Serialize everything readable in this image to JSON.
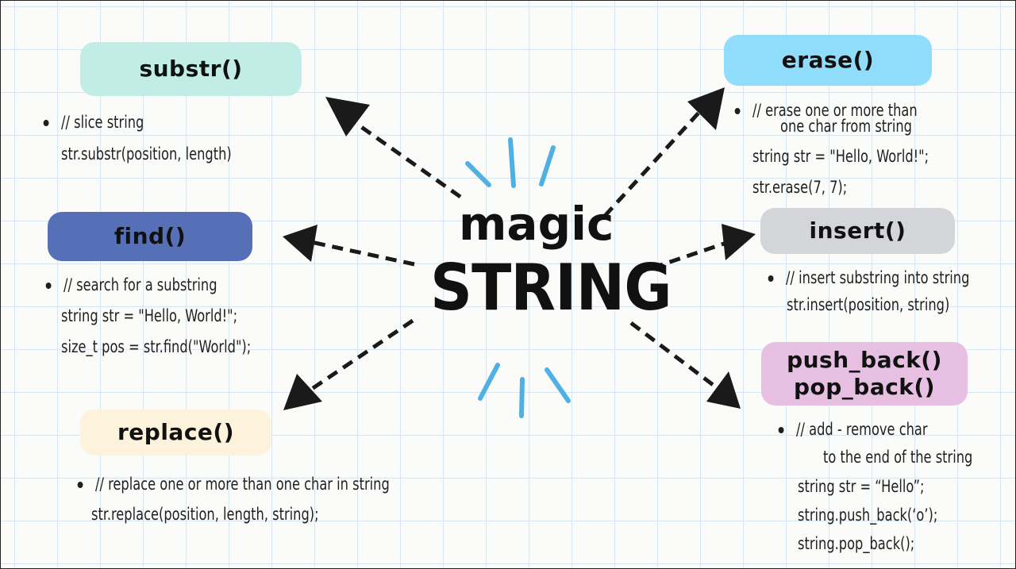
{
  "title": {
    "line1": "magic",
    "line2": "STRING"
  },
  "colors": {
    "substr": "#c2ece6",
    "find": "#5570b6",
    "replace": "#fdf3dc",
    "erase": "#8fdcfb",
    "insert": "#d3d5d8",
    "push_pop": "#e6bfe3",
    "accent_rays": "#4fb0e3"
  },
  "substr": {
    "label": "substr()",
    "comment": "// slice string",
    "code": [
      "str.substr(position, length)"
    ]
  },
  "find": {
    "label": "find()",
    "comment": "//  search for a substring",
    "code": [
      "string str = \"Hello, World!\";",
      "size_t pos = str.find(\"World\");"
    ]
  },
  "replace": {
    "label": "replace()",
    "comment": "// replace one or more than one char in string",
    "code": [
      "str.replace(position, length, string);"
    ]
  },
  "erase": {
    "label": "erase()",
    "comment_lines": [
      "//  erase one or more than",
      "one char from string"
    ],
    "code": [
      "string str = \"Hello, World!\";",
      "str.erase(7, 7);"
    ]
  },
  "insert": {
    "label": "insert()",
    "comment": "//  insert substring into string",
    "code": [
      "str.insert(position, string)"
    ]
  },
  "push_pop": {
    "label_lines": [
      "push_back()",
      "pop_back()"
    ],
    "comment_lines": [
      "//  add - remove char",
      "to the end of the string"
    ],
    "code": [
      "string str = “Hello”;",
      "string.push_back(‘o’);",
      "string.pop_back();"
    ]
  }
}
